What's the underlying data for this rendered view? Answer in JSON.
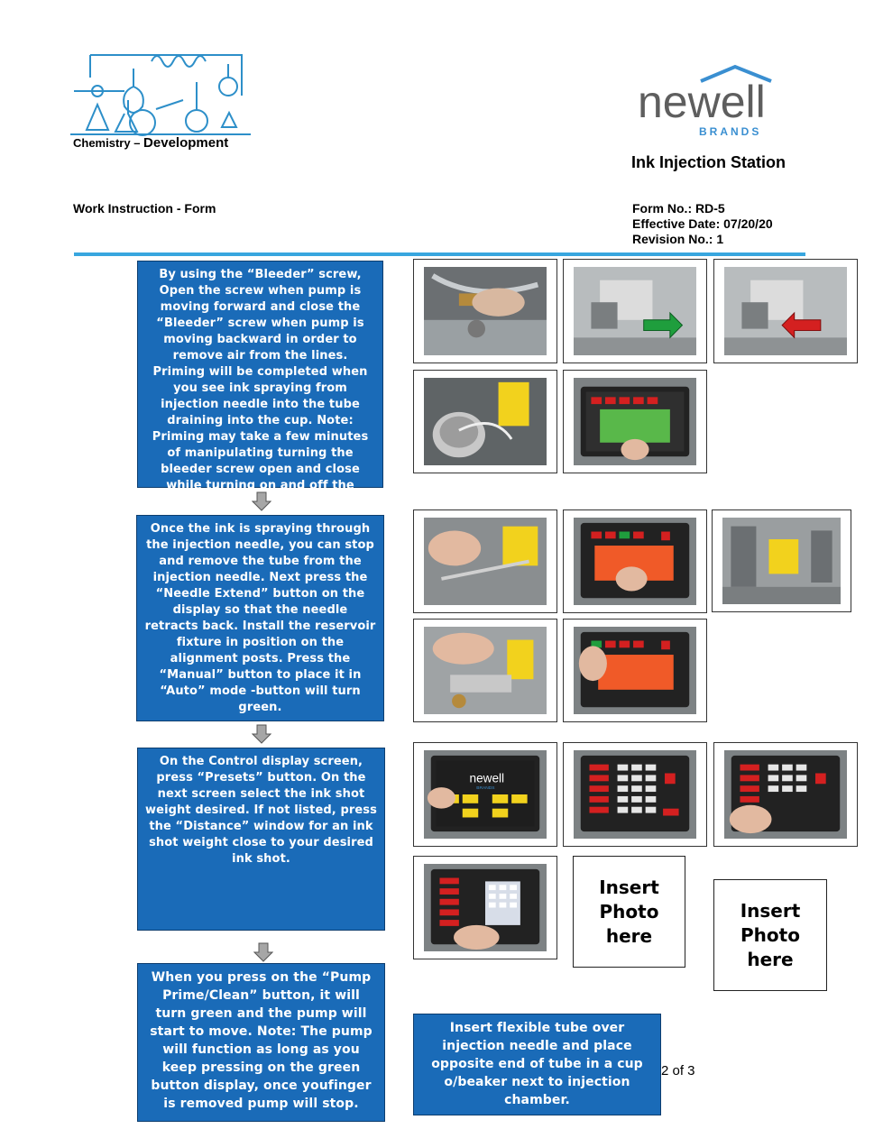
{
  "header": {
    "department_prefix": "Chemistry – ",
    "department_suffix": "Development",
    "brand_name": "newell",
    "brand_sub": "BRANDS",
    "station_title": "Ink Injection Station",
    "form_type": "Work Instruction - Form",
    "form_no": "Form No.:  RD-5",
    "effective_date": "Effective Date:  07/20/20",
    "revision_no": "Revision No.:  1"
  },
  "steps": [
    {
      "text": "By using the “Bleeder” screw, Open the screw when pump is moving forward and close the “Bleeder” screw when pump is moving backward in order to remove air from the lines. Priming will be completed when you see ink spraying from injection needle into the tube draining into the cup. Note: Priming may take a few minutes of manipulating turning the bleeder screw open and close while turning on and off the pump."
    },
    {
      "text": "Once the ink is spraying through the injection needle, you can stop and remove the tube from the injection needle. Next press the “Needle Extend” button on the display so that the needle retracts back. Install the reservoir fixture in position on the alignment posts. Press the “Manual” button to place it in “Auto” mode -button will turn green."
    },
    {
      "text": "On the Control display screen, press “Presets” button. On the next screen select the ink shot weight desired. If not listed, press the “Distance” window for an ink shot weight close to your desired ink shot."
    },
    {
      "text": "When you press on the “Pump Prime/Clean” button, it will turn green and the pump will start to move. Note: The pump will function as long as you keep pressing on the green button display, once youfinger is removed pump will stop."
    }
  ],
  "tube_note": "Insert flexible tube over injection needle and place opposite end of tube in a cup o/beaker next to injection chamber.",
  "placeholders": [
    "Insert\nPhoto\nhere",
    "Insert\nPhoto\nhere"
  ],
  "page_number": "2 of 3",
  "photos": {
    "hmi_brand": "newell",
    "hmi_brand_sub": "BRANDS"
  },
  "colors": {
    "step_box": "#1a6bb8",
    "header_rule": "#38a6df",
    "arrow_fill": "#a6a6a6",
    "indicator_green": "#1f9e3d",
    "indicator_red": "#d42020",
    "screen_green": "#59b84a",
    "screen_orange": "#f05a28"
  }
}
